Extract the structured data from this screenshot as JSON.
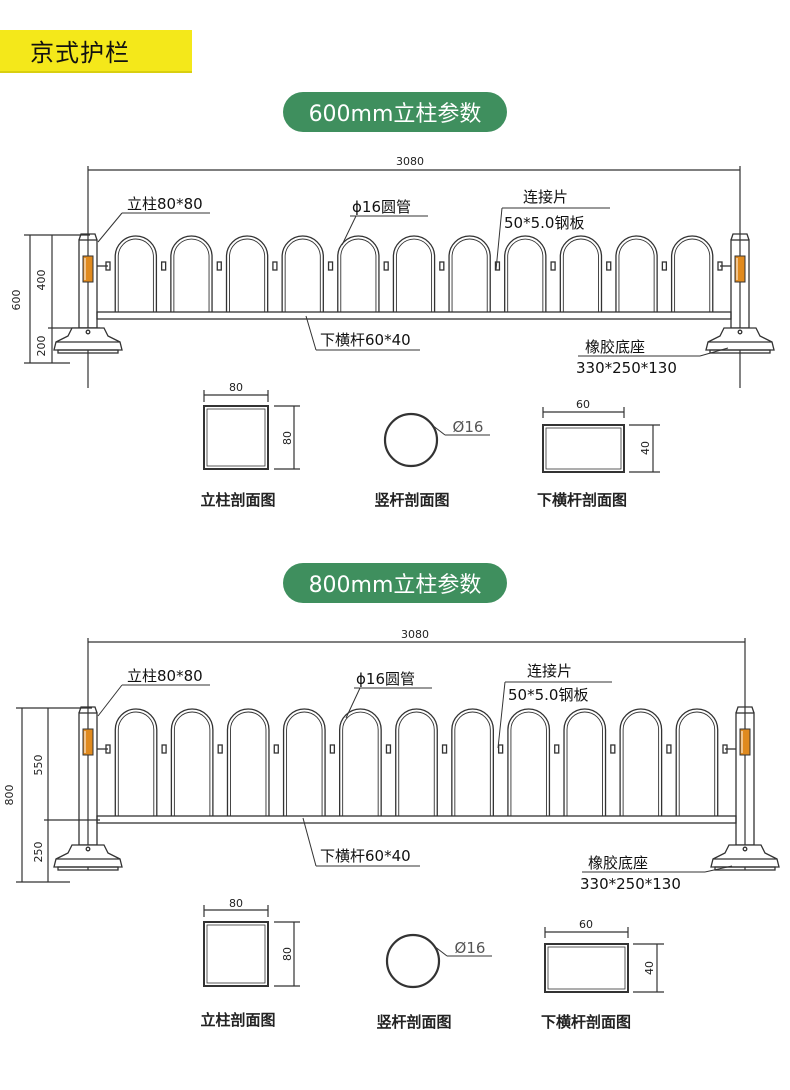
{
  "page_title": "京式护栏",
  "sections": [
    {
      "heading": "600mm立柱参数",
      "total_width": "3080",
      "height_total": "600",
      "height_upper": "400",
      "height_lower": "200",
      "label_post": "立柱80*80",
      "label_tube": "ϕ16圆管",
      "label_connector": "连接片",
      "label_plate": "50*5.0钢板",
      "label_bar": "下横杆60*40",
      "label_base": "橡胶底座",
      "label_base_dims": "330*250*130",
      "post_section": {
        "width": "80",
        "height": "80",
        "caption": "立柱剖面图"
      },
      "rod_section": {
        "diameter": "Ø16",
        "caption": "竖杆剖面图"
      },
      "bar_section": {
        "width": "60",
        "height": "40",
        "caption": "下横杆剖面图"
      }
    },
    {
      "heading": "800mm立柱参数",
      "total_width": "3080",
      "height_total": "800",
      "height_upper": "550",
      "height_lower": "250",
      "label_post": "立柱80*80",
      "label_tube": "ϕ16圆管",
      "label_connector": "连接片",
      "label_plate": "50*5.0钢板",
      "label_bar": "下横杆60*40",
      "label_base": "橡胶底座",
      "label_base_dims": "330*250*130",
      "post_section": {
        "width": "80",
        "height": "80",
        "caption": "立柱剖面图"
      },
      "rod_section": {
        "diameter": "Ø16",
        "caption": "竖杆剖面图"
      },
      "bar_section": {
        "width": "60",
        "height": "40",
        "caption": "下横杆剖面图"
      }
    }
  ],
  "colors": {
    "title_bg": "#f4e81a",
    "pill_bg": "#3f8f5e",
    "line": "#333333",
    "reflector": "#e08a1e"
  }
}
